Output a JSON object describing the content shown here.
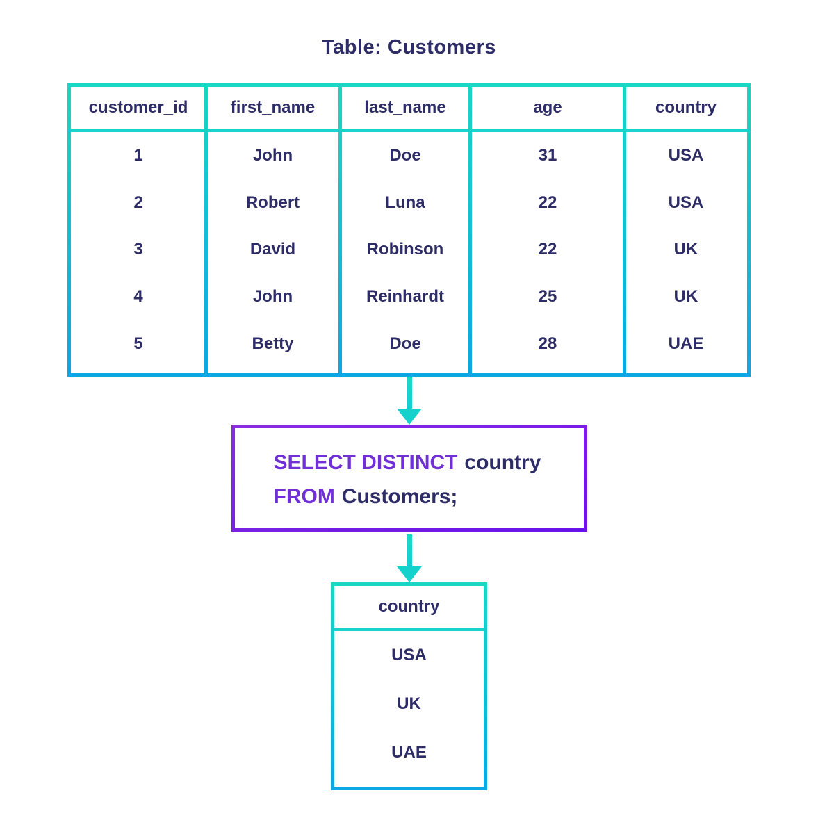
{
  "title": "Table: Customers",
  "colors": {
    "navy_text": "#2d2c66",
    "teal_border_top": "#19d7c2",
    "blue_border_bottom": "#0ca7e4",
    "purple_border": "#8a2be2",
    "purple_keyword": "#7130d6",
    "arrow_teal": "#15d1cb"
  },
  "customers_table": {
    "columns": [
      "customer_id",
      "first_name",
      "last_name",
      "age",
      "country"
    ],
    "rows": [
      [
        "1",
        "John",
        "Doe",
        "31",
        "USA"
      ],
      [
        "2",
        "Robert",
        "Luna",
        "22",
        "USA"
      ],
      [
        "3",
        "David",
        "Robinson",
        "22",
        "UK"
      ],
      [
        "4",
        "John",
        "Reinhardt",
        "25",
        "UK"
      ],
      [
        "5",
        "Betty",
        "Doe",
        "28",
        "UAE"
      ]
    ]
  },
  "query": {
    "keyword1": "SELECT DISTINCT",
    "text1": "country",
    "keyword2": "FROM",
    "text2": "Customers;"
  },
  "result_table": {
    "header": "country",
    "rows": [
      "USA",
      "UK",
      "UAE"
    ]
  }
}
